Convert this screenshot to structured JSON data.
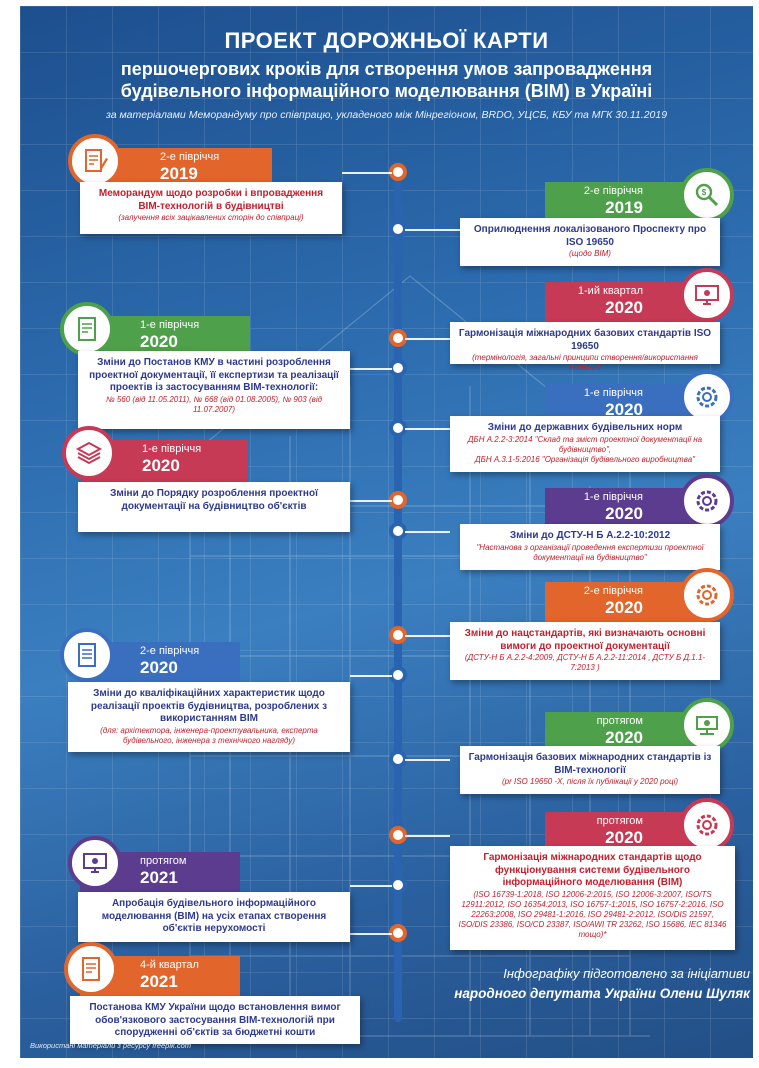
{
  "header": {
    "title": "ПРОЕКТ ДОРОЖНЬОЇ КАРТИ",
    "subtitle_line1": "першочергових кроків для створення умов запровадження",
    "subtitle_line2": "будівельного інформаційного моделювання (BIM) в Україні",
    "source": "за матеріалами Меморандуму про співпрацю, укладеного між Мінрегіоном, BRDO, УЦСБ, КБУ та МГК 30.11.2019"
  },
  "colors": {
    "orange": "#e2652b",
    "purple": "#5b3c8e",
    "green": "#4fa04a",
    "blue": "#3a6fc0",
    "red": "#c63a55",
    "navy": "#2e3a8f",
    "crimson": "#c3202d"
  },
  "steps": [
    {
      "period": "2-е півріччя",
      "year": "2019",
      "icon": "document-pen-icon",
      "color": "#e2652b",
      "title": "Меморандум щодо розробки і впровадження BIM-технологій в будівництві",
      "note": "(залучення всіх зацікавлених сторін до співпраці)"
    },
    {
      "period": "2-е півріччя",
      "year": "2019",
      "icon": "magnifier-icon",
      "color": "#4fa04a",
      "title": "Оприлюднення локалізованого Проспекту про ISO 19650",
      "note": "(щодо BIM)"
    },
    {
      "period": "1-ий квартал",
      "year": "2020",
      "icon": "monitor-settings-icon",
      "color": "#c63a55",
      "title": "Гармонізація міжнародних базових стандартів ISO 19650",
      "note": "(термінологія, загальні принципи створення/використання моделей"
    },
    {
      "period": "1-е півріччя",
      "year": "2020",
      "icon": "document-check-icon",
      "color": "#4fa04a",
      "title": "Зміни до Постанов КМУ в частині розроблення проектної документації, її експертизи та реалізації проектів із застосуванням BIM-технології:",
      "note": "№ 560 (від 11.05.2011), № 668 (від 01.08.2005), № 903 (від 11.07.2007)"
    },
    {
      "period": "1-е півріччя",
      "year": "2020",
      "icon": "gear-clock-icon",
      "color": "#3a6fc0",
      "title": "Зміни до державних будівельних норм",
      "note1": "ДБН А.2.2-3:2014 \"Склад та зміст проектної документації на будівництво\",",
      "note2": "ДБН А.3.1-5:2016 \"Організація будівельного виробництва\""
    },
    {
      "period": "1-е півріччя",
      "year": "2020",
      "icon": "layers-icon",
      "color": "#c63a55",
      "title": "Зміни до Порядку розроблення проектної документації на будівництво об'єктів",
      "note": ""
    },
    {
      "period": "1-е півріччя",
      "year": "2020",
      "icon": "gear-clock-icon",
      "color": "#5b3c8e",
      "title": "Зміни до ДСТУ-Н Б А.2.2-10:2012",
      "note": "\"Настанова з організації проведення експертизи проектної документації на будівництво\""
    },
    {
      "period": "2-е півріччя",
      "year": "2020",
      "icon": "gear-clock-icon",
      "color": "#e2652b",
      "title": "Зміни до нацстандартів, які визначають основні вимоги до проектної документації",
      "note": "(ДСТУ-Н Б А.2.2-4:2009, ДСТУ-Н Б А.2.2-11:2014 , ДСТУ Б Д.1.1-7:2013 )"
    },
    {
      "period": "2-е півріччя",
      "year": "2020",
      "icon": "document-list-icon",
      "color": "#3a6fc0",
      "title": "Зміни до кваліфікаційних характеристик щодо реалізації проектів будівництва, розроблених з використанням BIM",
      "note": "(для: архітектора, інженера-проектувальника, експерта будівельного, інженера з технічного нагляду)"
    },
    {
      "period": "протягом",
      "year": "2020",
      "icon": "network-settings-icon",
      "color": "#4fa04a",
      "title": "Гармонізація базових міжнародних стандартів із BIM-технології",
      "note": "(pr ISO 19650 -X, після їх публікації у 2020 році)"
    },
    {
      "period": "протягом",
      "year": "2020",
      "icon": "gear-clock-icon",
      "color": "#c63a55",
      "title": "Гармонізація міжнародних стандартів щодо функціонування системи будівельного інформаційного моделювання (BIM)",
      "note": "(ISO 16739-1:2018, ISO 12006-2:2015, ISO 12006-3:2007, ISO/TS 12911:2012, ISO 16354:2013, ISO 16757-1:2015, ISO 16757-2:2016, ISO 22263:2008, ISO 29481-1:2016, ISO 29481-2:2012, ISO/DIS 21597, ISO/DIS 23386, ISO/CD 23387, ISO/AWI TR 23262, ISO 15686, IEC 81346 тощо)*"
    },
    {
      "period": "протягом",
      "year": "2021",
      "icon": "monitor-settings-icon",
      "color": "#5b3c8e",
      "title": "Апробація будівельного інформаційного моделювання (BIM) на усіх етапах створення об'єктів нерухомості",
      "note": ""
    },
    {
      "period": "4-й квартал",
      "year": "2021",
      "icon": "document-check-icon",
      "color": "#e2652b",
      "title": "Постанова КМУ України щодо встановлення вимог обов'язкового застосування BIM-технологій при спорудженні об'єктів за бюджетні кошти",
      "note": ""
    }
  ],
  "footer": {
    "line1": "Інфографіку підготовлено за ініціативи",
    "line2": "народного депутата України Олени Шуляк",
    "credit": "Використані матеріали з ресурсу freepik.com"
  }
}
